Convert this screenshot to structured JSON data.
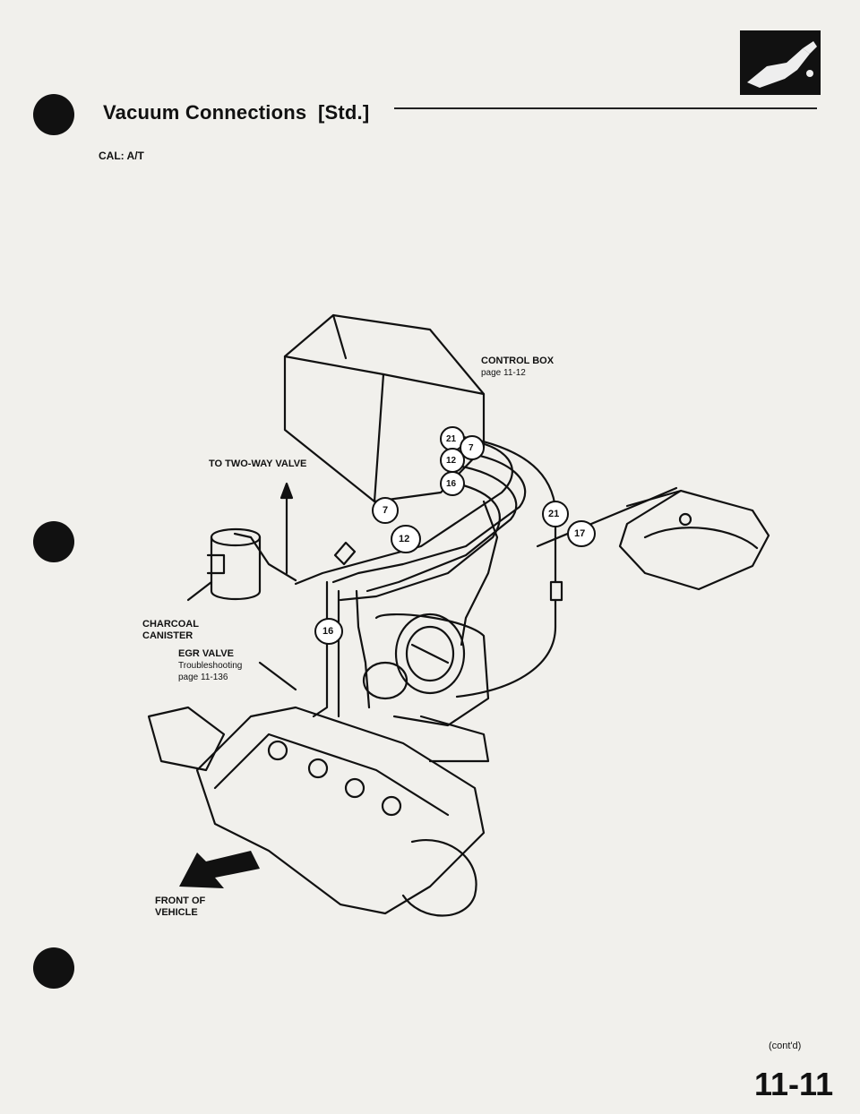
{
  "header": {
    "title": "Vacuum Connections",
    "title_suffix": "[Std.]",
    "subtitle": "CAL: A/T"
  },
  "labels": {
    "control_box": "CONTROL BOX",
    "control_box_ref": "page 11-12",
    "two_way_valve": "TO TWO-WAY VALVE",
    "charcoal_canister_1": "CHARCOAL",
    "charcoal_canister_2": "CANISTER",
    "egr_valve": "EGR VALVE",
    "egr_ref_1": "Troubleshooting",
    "egr_ref_2": "page 11-136",
    "front_1": "FRONT OF",
    "front_2": "VEHICLE"
  },
  "hose_numbers": [
    "21",
    "7",
    "12",
    "16",
    "7",
    "12",
    "21",
    "17",
    "16"
  ],
  "footer": {
    "contd": "(cont'd)",
    "page_number": "11-11"
  },
  "icons": {
    "section": "fuel-nozzle-icon",
    "direction": "front-arrow-icon"
  }
}
